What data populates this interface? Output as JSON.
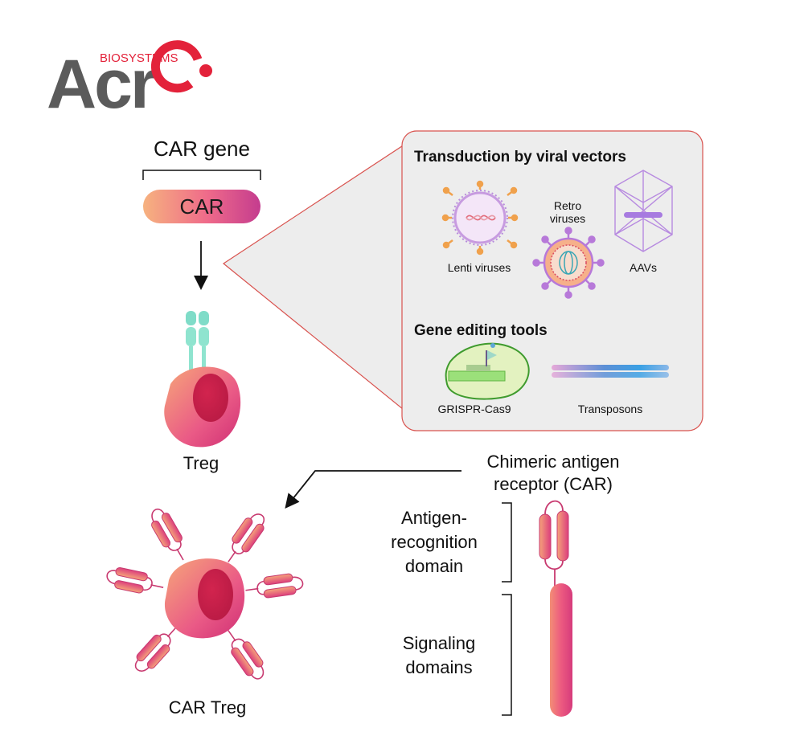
{
  "logo": {
    "word_gray": "Acr",
    "word_red": "o",
    "subtitle": "BIOSYSTEMS",
    "gray": "#5b5b5b",
    "red": "#e3223a"
  },
  "gene": {
    "title": "CAR gene",
    "pill_label": "CAR"
  },
  "cells": {
    "treg_label": "Treg",
    "car_treg_label": "CAR Treg"
  },
  "panel": {
    "viral_title": "Transduction by viral vectors",
    "lenti": "Lenti viruses",
    "retro": "Retro viruses",
    "aav": "AAVs",
    "editing_title": "Gene editing tools",
    "crispr": "GRISPR-Cas9",
    "transposon": "Transposons"
  },
  "car": {
    "title": "Chimeric antigen receptor (CAR)",
    "antigen_domain": "Antigen- recognition domain",
    "signaling_domain": "Signaling domains"
  },
  "colors": {
    "pink": "#e0457b",
    "orange": "#f3a97a",
    "magenta": "#c72a6b",
    "teal": "#7fdcc8",
    "panel_border": "#d9534f",
    "panel_fill": "#ededed"
  }
}
